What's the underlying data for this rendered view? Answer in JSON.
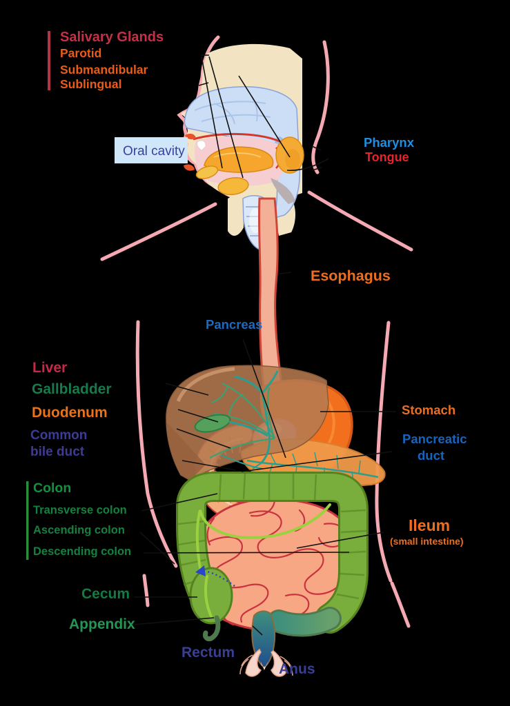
{
  "title": "Human digestive system labeled diagram",
  "background_color": "#000000",
  "labels": {
    "salivary_glands": "Salivary Glands",
    "parotid": "Parotid",
    "submandibular": "Submandibular",
    "sublingual": "Sublingual",
    "oral_cavity": "Oral cavity",
    "pharynx": "Pharynx",
    "tongue": "Tongue",
    "esophagus": "Esophagus",
    "pancreas": "Pancreas",
    "liver": "Liver",
    "gallbladder": "Gallbladder",
    "duodenum": "Duodenum",
    "common_bile_duct_line1": "Common",
    "common_bile_duct_line2": "bile duct",
    "stomach": "Stomach",
    "pancreatic_duct_line1": "Pancreatic",
    "pancreatic_duct_line2": "duct",
    "colon": "Colon",
    "transverse_colon": "Transverse colon",
    "ascending_colon": "Ascending colon",
    "descending_colon": "Descending colon",
    "ileum": "Ileum",
    "ileum_sub": "(small intestine)",
    "cecum": "Cecum",
    "appendix": "Appendix",
    "rectum": "Rectum",
    "anus": "Anus"
  },
  "label_colors": {
    "salivary_glands": "#c43046",
    "salivary_sublabels": "#ea5c17",
    "oral_cavity_text": "#3a3f9e",
    "oral_cavity_box": "#cfe7f8",
    "pharynx": "#1e8fe0",
    "tongue": "#e8232b",
    "esophagus": "#ed6e1f",
    "pancreas": "#1c6bbf",
    "liver": "#c62846",
    "gallbladder": "#177a4b",
    "duodenum": "#ed7117",
    "common_bile_duct": "#3c3c96",
    "stomach": "#ed6e1f",
    "pancreatic_duct": "#1565c0",
    "colon": "#12913e",
    "colon_sublabels": "#15813f",
    "ileum": "#ed6e1f",
    "cecum": "#137a43",
    "appendix": "#259554",
    "rectum_anus": "#3a3f96"
  },
  "anatomy_palette": {
    "body_outline": "#f5a9b2",
    "skin_cream": "#f2e4c2",
    "nasal_cavity_blue": "#ccdef5",
    "mouth_pink": "#f6cdd1",
    "tongue_orange": "#f6a62c",
    "esophagus_tube": "#f4b097",
    "esophagus_edge": "#cf4638",
    "liver_brown": "#b57a50",
    "bile_duct_teal": "#2a9d8f",
    "gallbladder_green": "#55a05a",
    "stomach_orange": "#f2701d",
    "pancreas_tan": "#f09a4a",
    "duodenum_salmon": "#f5ad7e",
    "small_intestine": "#f7a783",
    "intestine_lines": "#c9333f",
    "colon_green": "#79ad3c",
    "colon_outline": "#55821f",
    "colon_vessel": "#9bd140",
    "rectum_top": "#3f8f7d",
    "rectum_bottom": "#1e4e8e",
    "anus_pink": "#f8d5ca",
    "leader_line": "#111111",
    "flow_arrow_blue": "#2a46c8"
  }
}
